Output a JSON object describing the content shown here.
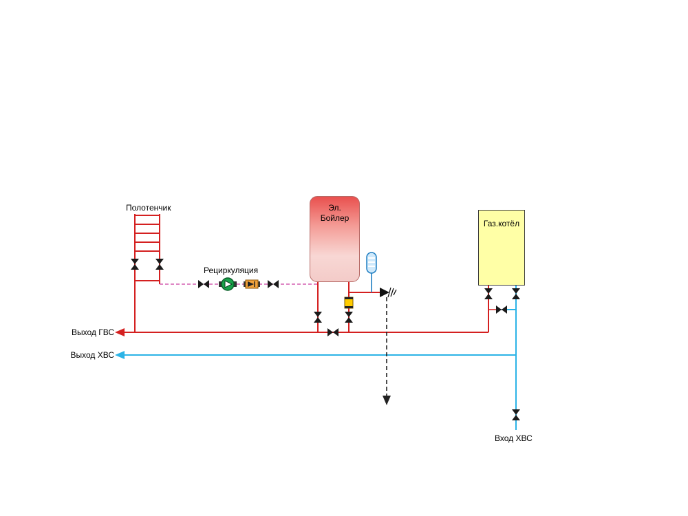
{
  "labels": {
    "towel_rail": "Полотенчик",
    "recirculation": "Рециркуляция",
    "electric_boiler_line1": "Эл.",
    "electric_boiler_line2": "Бойлер",
    "gas_boiler": "Газ.котёл",
    "dhw_output": "Выход ГВС",
    "cold_water_output": "Выход ХВС",
    "cold_water_input": "Вход ХВС"
  },
  "colors": {
    "hot_pipe": "#d42020",
    "cold_pipe": "#2bb3e6",
    "recirc_pipe": "#d45fb0",
    "valve": "#1a1a1a",
    "discharge": "#222222",
    "pump_fill": "#19a24a",
    "check_valve_fill": "#f2a33c",
    "gas_boiler_fill": "#ffffa6",
    "boiler_top": "#e9504e",
    "boiler_bottom": "#f8d7d4",
    "vessel_fill": "#cfe9fb",
    "anode_fill": "#ffcc00"
  }
}
